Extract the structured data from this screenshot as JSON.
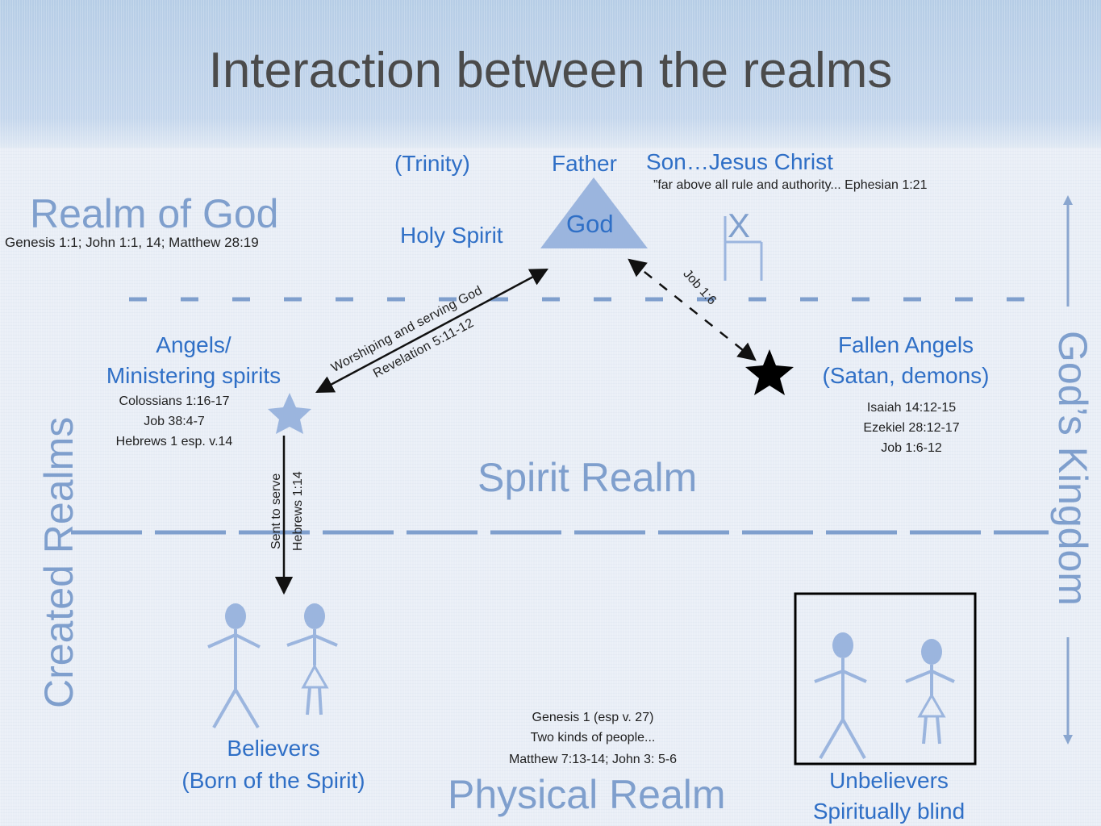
{
  "title": "Interaction between the realms",
  "realm_of_god": {
    "heading": "Realm of God",
    "refs": "Genesis 1:1; John 1:1, 14; Matthew 28:19"
  },
  "trinity": {
    "label": "(Trinity)",
    "father": "Father",
    "holy_spirit": "Holy Spirit",
    "god": "God",
    "son": "Son…Jesus Christ",
    "son_quote": "”far above all rule and authority... Ephesian 1:21",
    "cross_mark": "X"
  },
  "angels": {
    "line1": "Angels/",
    "line2": "Ministering spirits",
    "refs": [
      "Colossians 1:16-17",
      "Job 38:4-7",
      "Hebrews 1 esp. v.14"
    ]
  },
  "fallen_angels": {
    "line1": "Fallen Angels",
    "line2": "(Satan, demons)",
    "refs": [
      "Isaiah 14:12-15",
      "Ezekiel 28:12-17",
      "Job 1:6-12"
    ]
  },
  "arrows": {
    "worship_line1": "Worshiping and serving God",
    "worship_line2": "Revelation 5:11-12",
    "job": "Job 1:6",
    "sent_line1": "Sent to serve",
    "sent_line2": "Hebrews 1:14"
  },
  "spirit_realm": "Spirit Realm",
  "physical_realm": "Physical Realm",
  "physical_refs": [
    "Genesis 1 (esp v. 27)",
    "Two kinds of people...",
    "Matthew 7:13-14; John 3: 5-6"
  ],
  "believers": {
    "line1": "Believers",
    "line2": "(Born of the Spirit)"
  },
  "unbelievers": {
    "line1": "Unbelievers",
    "line2": "Spiritually blind"
  },
  "created_realms": "Created Realms",
  "gods_kingdom": "God’s Kingdom",
  "colors": {
    "accent_blue": "#2f6fc6",
    "figure_blue": "#9bb5de",
    "heading_blue": "#7f9fcd",
    "title_gray": "#4b4b4b"
  }
}
